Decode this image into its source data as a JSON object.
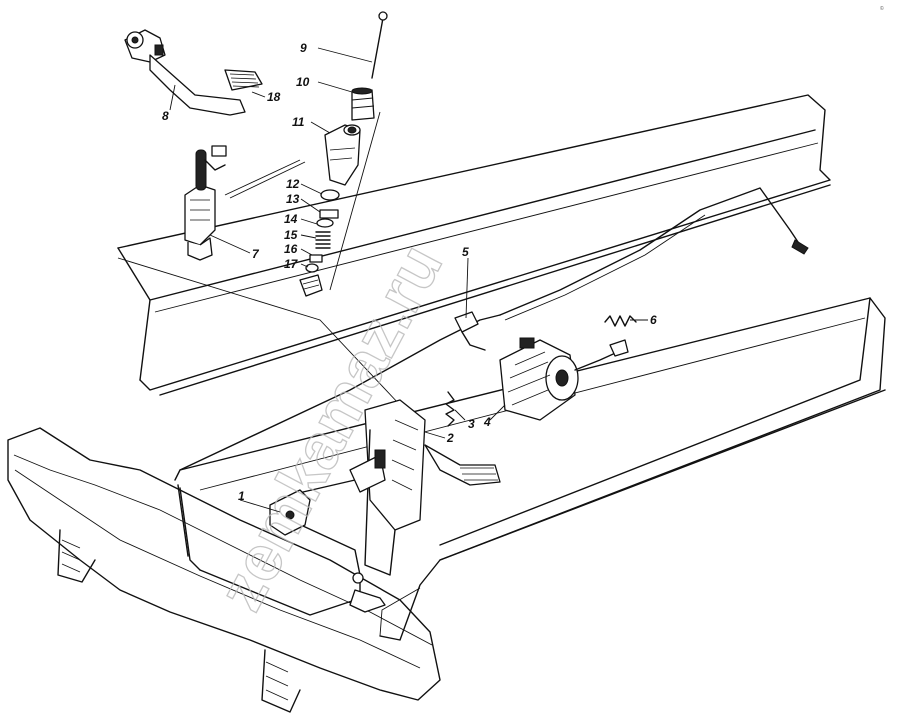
{
  "corner_mark": "©",
  "watermark": "zemkamaz.ru",
  "callouts": [
    {
      "id": "1",
      "text": "1"
    },
    {
      "id": "2",
      "text": "2"
    },
    {
      "id": "3",
      "text": "3"
    },
    {
      "id": "4",
      "text": "4"
    },
    {
      "id": "5",
      "text": "5"
    },
    {
      "id": "6",
      "text": "6"
    },
    {
      "id": "7",
      "text": "7"
    },
    {
      "id": "8",
      "text": "8"
    },
    {
      "id": "9",
      "text": "9"
    },
    {
      "id": "10",
      "text": "10"
    },
    {
      "id": "11",
      "text": "11"
    },
    {
      "id": "12",
      "text": "12"
    },
    {
      "id": "13",
      "text": "13"
    },
    {
      "id": "14",
      "text": "14"
    },
    {
      "id": "15",
      "text": "15"
    },
    {
      "id": "16",
      "text": "16"
    },
    {
      "id": "17",
      "text": "17"
    },
    {
      "id": "18",
      "text": "18"
    }
  ]
}
